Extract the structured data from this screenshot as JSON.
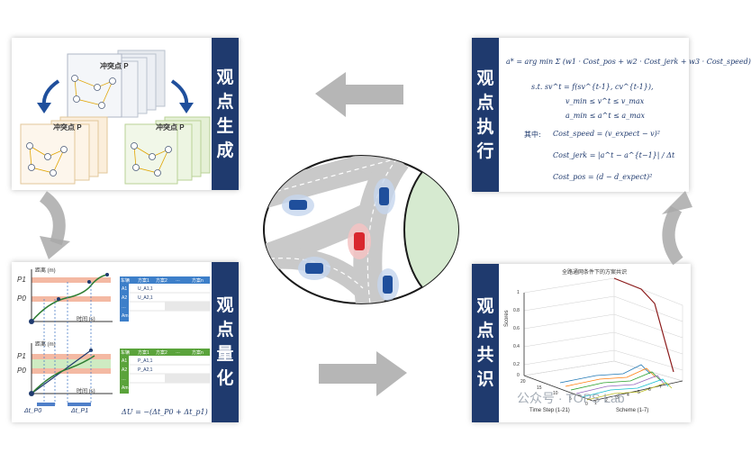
{
  "panels": {
    "generation": {
      "title_chars": [
        "观",
        "点",
        "生",
        "成"
      ]
    },
    "execution": {
      "title_chars": [
        "观",
        "点",
        "执",
        "行"
      ]
    },
    "quantification": {
      "title_chars": [
        "观",
        "点",
        "量",
        "化"
      ]
    },
    "consensus": {
      "title_chars": [
        "观",
        "点",
        "共",
        "识"
      ]
    }
  },
  "generation": {
    "card_label": "冲突点 P"
  },
  "quantification": {
    "dist_label": "距离 (m)",
    "time_label": "时间 (s)",
    "p1": "P1",
    "p0": "P0",
    "dt_p0": "Δt_P0",
    "dt_p1": "Δt_P1",
    "formula": "ΔU = −(Δt_P0 + Δt_p1)",
    "table_blue_head": [
      "车辆",
      "方案1",
      "方案2",
      "…",
      "方案n"
    ],
    "table_blue_rows": [
      "A1",
      "A2",
      "…",
      "Am"
    ],
    "table_blue_cells": [
      "U_A1,1",
      "U_A2,1"
    ],
    "table_green_head": [
      "车辆",
      "方案1",
      "方案2",
      "…",
      "方案n"
    ],
    "table_green_rows": [
      "A1",
      "A2",
      "…",
      "Am"
    ],
    "table_green_cells": [
      "P_A1,1",
      "P_A2,1"
    ]
  },
  "execution": {
    "eq1": "a* = arg min Σ (w1 · Cost_pos + w2 · Cost_jerk + w3 · Cost_speed)",
    "eq_st": "s.t.   sv^t = f(sv^{t-1}, cv^{t-1}),",
    "eq_v": "v_min ≤ v^t ≤ v_max",
    "eq_a": "a_min ≤ a^t ≤ a_max",
    "qizhong": "其中:",
    "cost_speed": "Cost_speed = (v_expect − v)²",
    "cost_jerk": "Cost_jerk = |a^t − a^{t−1}| / Δt",
    "cost_pos": "Cost_pos = (d − d_expect)²"
  },
  "consensus": {
    "chart_title": "全路通网条件下的方案共识",
    "ylabel": "Scores",
    "xlabel": "Time Step (1-21)",
    "zlabel": "Scheme (1-7)",
    "y_ticks": [
      "0",
      "0.2",
      "0.4",
      "0.6",
      "0.8",
      "1"
    ],
    "x_ticks": [
      "20",
      "15",
      "10",
      "5",
      "0"
    ],
    "z_ticks": [
      "1",
      "2",
      "3",
      "4",
      "5",
      "6",
      "7"
    ]
  },
  "watermark": "公众号 · TOPS Lab",
  "colors": {
    "navy": "#1f3a6e",
    "arrow_gray": "#a9a9a9",
    "ego_car": "#d9272e",
    "other_car": "#1f4f9c"
  }
}
